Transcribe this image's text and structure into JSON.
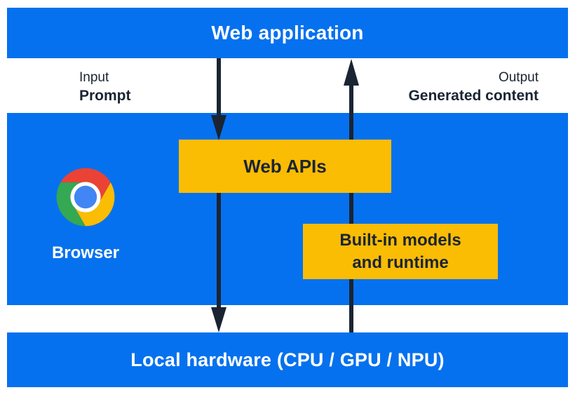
{
  "colors": {
    "blue": "#0671ee",
    "yellow": "#fbbc04",
    "navy": "#1a2433",
    "white": "#ffffff",
    "chrome_red": "#ea4335",
    "chrome_yellow": "#fbbc04",
    "chrome_green": "#34a853",
    "chrome_blue": "#4285f4"
  },
  "top_bar": {
    "label": "Web application"
  },
  "flow_labels": {
    "input_title": "Input",
    "input_value": "Prompt",
    "output_title": "Output",
    "output_value": "Generated content"
  },
  "browser_panel": {
    "browser_label": "Browser",
    "web_apis_box": "Web APIs",
    "builtin_box_line1": "Built-in models",
    "builtin_box_line2": "and runtime"
  },
  "bottom_bar": {
    "label": "Local hardware (CPU / GPU / NPU)"
  }
}
